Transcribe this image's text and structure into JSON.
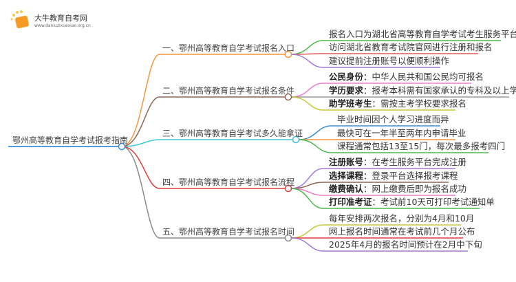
{
  "logo": {
    "title": "大牛教育自考网",
    "url": "www.daniuzixuexiao.org.cn"
  },
  "root": "鄂州高等教育自学考试报考指南",
  "branches": [
    {
      "title": "一、鄂州高等教育自学考试报名入口",
      "color": "#f7953b",
      "leaves": [
        {
          "text": "报名入口为湖北省高等教育自学考试考生服务平台",
          "color": "#4cb84c"
        },
        {
          "text": "访问湖北省教育考试院官网进行注册和报名",
          "color": "#e0585a"
        },
        {
          "text": "建议提前注册账号以便顺利操作",
          "color": "#a37ad6"
        }
      ]
    },
    {
      "title": "二、鄂州高等教育自学考试报名条件",
      "color": "#8b6457",
      "leaves": [
        {
          "bold": "公民身份",
          "text": "：中华人民共和国公民均可报名",
          "color": "#f07ccb"
        },
        {
          "bold": "学历要求",
          "text": "：报考本科需有国家承认的专科及以上学历",
          "color": "#9a9a9a"
        },
        {
          "bold": "助学班考生",
          "text": "：需按主考学校要求报名",
          "color": "#c8c83c"
        }
      ]
    },
    {
      "title": "三、鄂州高等教育自学考试多久能拿证",
      "color": "#3cc8d8",
      "leaves": [
        {
          "text": "毕业时间因个人学习进度而异",
          "color": "#3a8ed6"
        },
        {
          "text": "最快可在一年半至两年内申请毕业",
          "color": "#f7953b"
        },
        {
          "text": "课程通常包括13至15门，每次最多报考四门",
          "color": "#4cb84c"
        }
      ]
    },
    {
      "title": "四、鄂州高等教育自学考试报名流程",
      "color": "#e03c3c",
      "leaves": [
        {
          "bold": "注册账号",
          "text": "：在考生服务平台完成注册",
          "color": "#a37ad6"
        },
        {
          "bold": "选择课程",
          "text": "：登录平台选择报考课程",
          "color": "#8b6457"
        },
        {
          "bold": "缴费确认",
          "text": "：网上缴费后即为报名成功",
          "color": "#f07ccb"
        },
        {
          "bold": "打印准考证",
          "text": "：考试前10天可打印考试通知单",
          "color": "#4cb84c"
        }
      ]
    },
    {
      "title": "五、鄂州高等教育自学考试报名时间",
      "color": "#8a8a8a",
      "leaves": [
        {
          "text": "每年安排两次报名，分别为4月和10月",
          "color": "#c8c83c"
        },
        {
          "text": "网上报名时间通常在考试前几个月公布",
          "color": "#e03c3c"
        },
        {
          "text": "2025年4月的报名时间预计在2月中下旬",
          "color": "#a37ad6"
        }
      ]
    }
  ]
}
